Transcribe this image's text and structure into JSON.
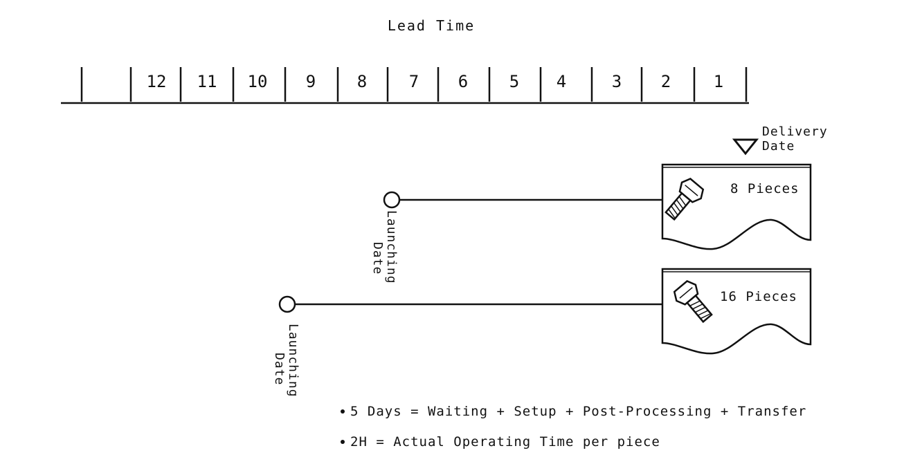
{
  "diagram": {
    "title": "Lead Time",
    "timeline_numbers": [
      "12",
      "11",
      "10",
      "9",
      "8",
      "7",
      "6",
      "5",
      "4",
      "3",
      "2",
      "1"
    ],
    "delivery_label_line1": "Delivery",
    "delivery_label_line2": "Date",
    "orders": [
      {
        "pieces_label": "8 Pieces",
        "launch_label_line1": "Launching",
        "launch_label_line2": "Date"
      },
      {
        "pieces_label": "16 Pieces",
        "launch_label_line1": "Launching",
        "launch_label_line2": "Date"
      }
    ],
    "notes": [
      "5 Days = Waiting + Setup + Post-Processing + Transfer",
      "2H = Actual Operating Time per piece"
    ]
  }
}
